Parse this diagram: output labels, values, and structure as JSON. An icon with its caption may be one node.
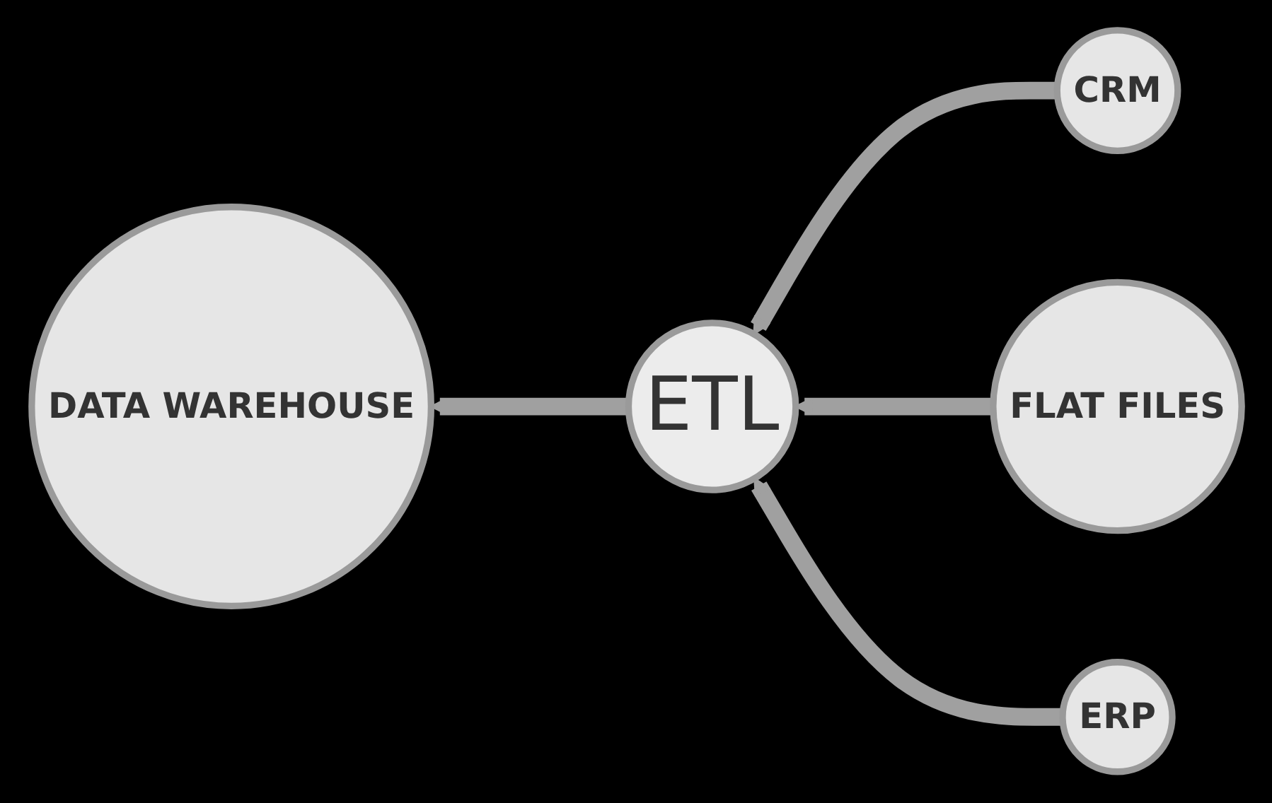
{
  "diagram": {
    "nodes": [
      {
        "text": [
          "CRM"
        ]
      },
      {
        "text": [
          "DATA WAREHOUSE"
        ]
      },
      {
        "text": [
          "FLAT FILES"
        ]
      },
      {
        "text": [
          "ETL"
        ]
      },
      {
        "text": [
          "ERP"
        ]
      }
    ],
    "edges": [
      {
        "from": 0,
        "to": 3,
        "arrow": "to"
      },
      {
        "from": 2,
        "to": 3,
        "arrow": "to"
      },
      {
        "from": 4,
        "to": 3,
        "arrow": "to"
      },
      {
        "from": 3,
        "to": 1,
        "arrow": "to"
      }
    ]
  }
}
